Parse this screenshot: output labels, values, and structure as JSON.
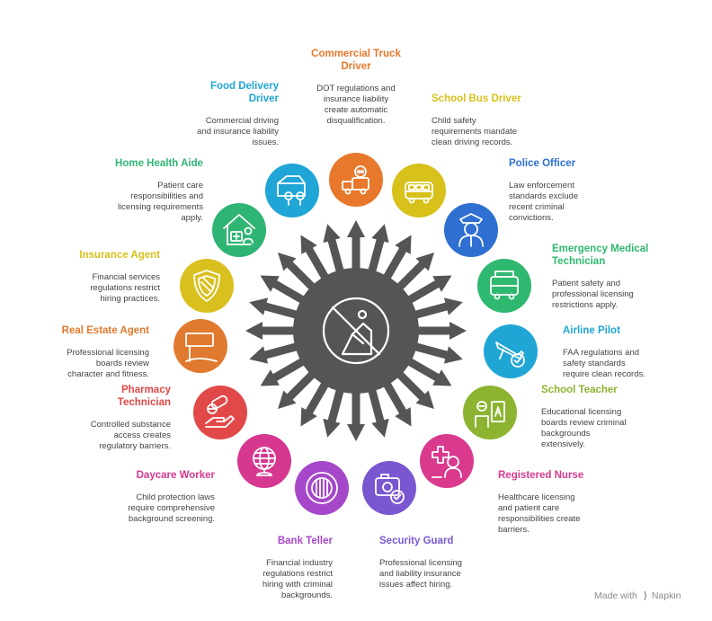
{
  "hub": {
    "color": "#555555",
    "icon": "no-construction-icon"
  },
  "occupations": [
    {
      "title": "Commercial Truck Driver",
      "title_lines": [
        "Commercial Truck",
        "Driver"
      ],
      "desc": [
        "DOT regulations and",
        "insurance liability",
        "create automatic",
        "disqualification."
      ],
      "color": "#E8782C",
      "icon": "truck-skull-icon"
    },
    {
      "title": "School Bus Driver",
      "title_lines": [
        "School Bus Driver"
      ],
      "desc": [
        "Child safety",
        "requirements mandate",
        "clean driving records."
      ],
      "color": "#D7C11A",
      "icon": "bus-icon"
    },
    {
      "title": "Police Officer",
      "title_lines": [
        "Police Officer"
      ],
      "desc": [
        "Law enforcement",
        "standards exclude",
        "recent criminal",
        "convictions."
      ],
      "color": "#2F6FD1",
      "icon": "police-officer-icon"
    },
    {
      "title": "Emergency Medical Technician",
      "title_lines": [
        "Emergency Medical",
        "Technician"
      ],
      "desc": [
        "Patient safety and",
        "professional licensing",
        "restrictions apply."
      ],
      "color": "#2FB86F",
      "icon": "ambulance-icon"
    },
    {
      "title": "Airline Pilot",
      "title_lines": [
        "Airline Pilot"
      ],
      "desc": [
        "FAA regulations and",
        "safety standards",
        "require clean records."
      ],
      "color": "#20A6D4",
      "icon": "airplane-check-icon"
    },
    {
      "title": "School Teacher",
      "title_lines": [
        "School Teacher"
      ],
      "desc": [
        "Educational licensing",
        "boards review criminal",
        "backgrounds",
        "extensively."
      ],
      "color": "#8CB431",
      "icon": "teacher-icon"
    },
    {
      "title": "Registered Nurse",
      "title_lines": [
        "Registered Nurse"
      ],
      "desc": [
        "Healthcare licensing",
        "and patient care",
        "responsibilities create",
        "barriers."
      ],
      "color": "#D93A8E",
      "icon": "nurse-icon"
    },
    {
      "title": "Security Guard",
      "title_lines": [
        "Security Guard"
      ],
      "desc": [
        "Professional licensing",
        "and liability insurance",
        "issues affect hiring."
      ],
      "color": "#7A57D1",
      "icon": "camera-check-icon"
    },
    {
      "title": "Bank Teller",
      "title_lines": [
        "Bank Teller"
      ],
      "desc": [
        "Financial industry",
        "regulations restrict",
        "hiring with criminal",
        "backgrounds."
      ],
      "color": "#A647C9",
      "icon": "vault-icon"
    },
    {
      "title": "Daycare Worker",
      "title_lines": [
        "Daycare Worker"
      ],
      "desc": [
        "Child protection laws",
        "require comprehensive",
        "background screening."
      ],
      "color": "#D6378F",
      "icon": "globe-stand-icon"
    },
    {
      "title": "Pharmacy Technician",
      "title_lines": [
        "Pharmacy",
        "Technician"
      ],
      "desc": [
        "Controlled substance",
        "access creates",
        "regulatory barriers."
      ],
      "color": "#E14848",
      "icon": "pill-hand-icon"
    },
    {
      "title": "Real Estate Agent",
      "title_lines": [
        "Real Estate Agent"
      ],
      "desc": [
        "Professional licensing",
        "boards review",
        "character and fitness."
      ],
      "color": "#E07A2E",
      "icon": "sale-sign-icon"
    },
    {
      "title": "Insurance Agent",
      "title_lines": [
        "Insurance Agent"
      ],
      "desc": [
        "Financial services",
        "regulations restrict",
        "hiring practices."
      ],
      "color": "#D9C01E",
      "icon": "shield-icon"
    },
    {
      "title": "Home Health Aide",
      "title_lines": [
        "Home Health Aide"
      ],
      "desc": [
        "Patient care",
        "responsibilities and",
        "licensing requirements",
        "apply."
      ],
      "color": "#2FB573",
      "icon": "home-health-icon"
    },
    {
      "title": "Food Delivery Driver",
      "title_lines": [
        "Food Delivery",
        "Driver"
      ],
      "desc": [
        "Commercial driving",
        "and insurance liability",
        "issues."
      ],
      "color": "#1FA5D6",
      "icon": "delivery-box-icon"
    }
  ],
  "footer": {
    "made_with": "Made with",
    "brand": "Napkin"
  }
}
